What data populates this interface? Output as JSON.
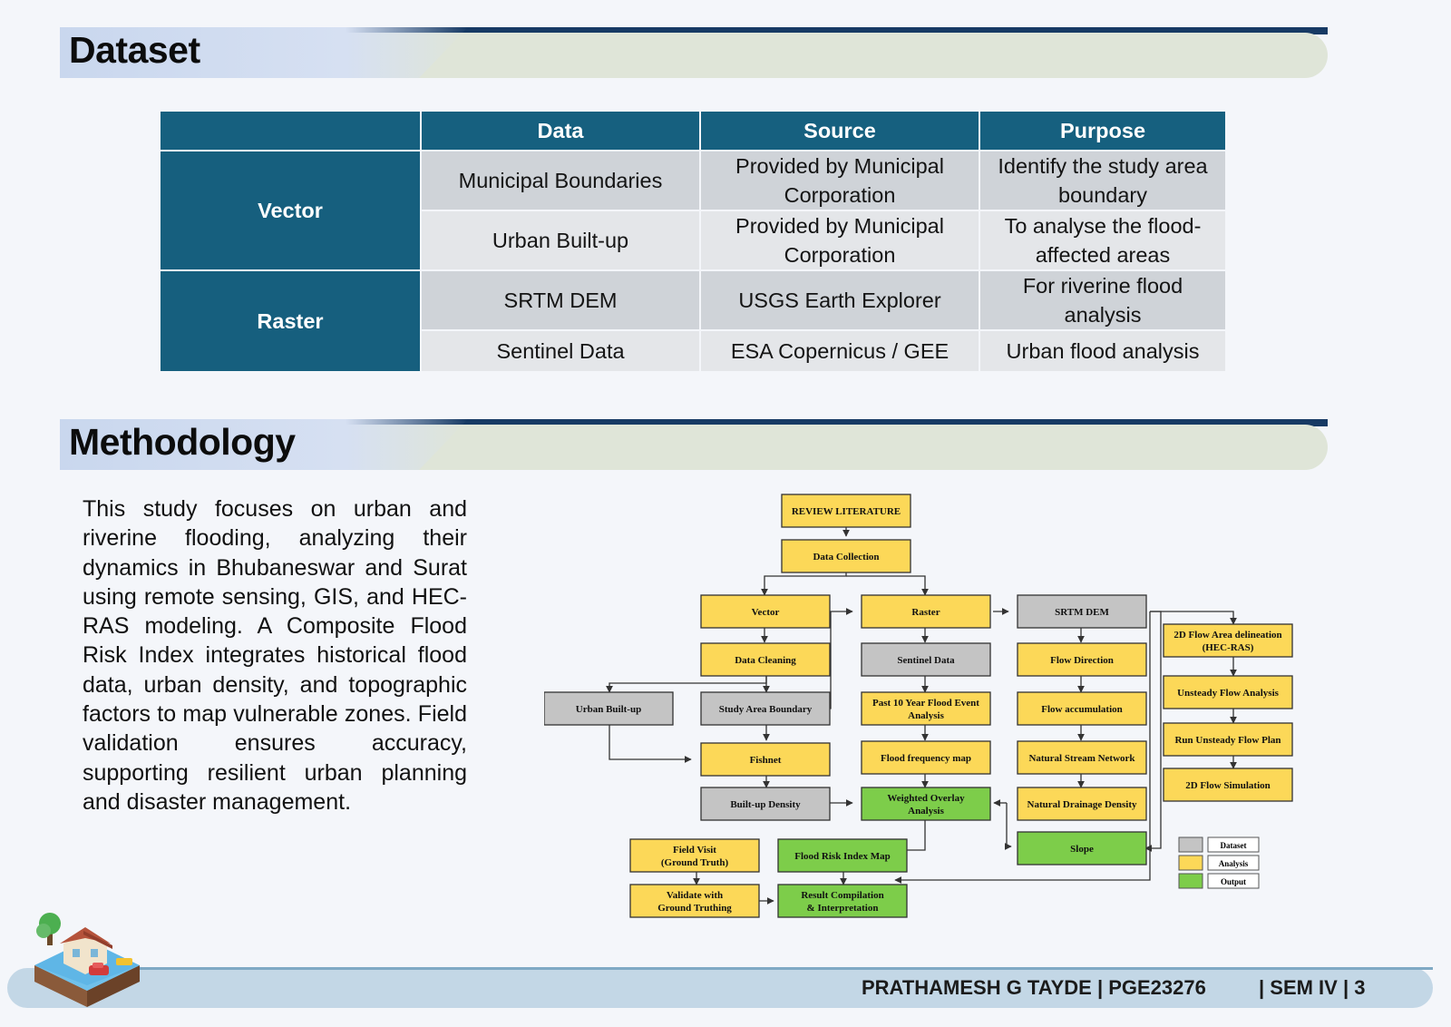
{
  "dataset": {
    "title": "Dataset",
    "table": {
      "headers": [
        "",
        "Data",
        "Source",
        "Purpose"
      ],
      "groups": [
        {
          "category": "Vector",
          "rows": [
            {
              "data": "Municipal Boundaries",
              "source": "Provided by Municipal Corporation",
              "purpose": "Identify the study area boundary"
            },
            {
              "data": "Urban Built-up",
              "source": "Provided by Municipal Corporation",
              "purpose": "To analyse the flood-affected areas"
            }
          ]
        },
        {
          "category": "Raster",
          "rows": [
            {
              "data": "SRTM DEM",
              "source": "USGS Earth Explorer",
              "purpose": "For riverine flood analysis"
            },
            {
              "data": "Sentinel Data",
              "source": "ESA Copernicus / GEE",
              "purpose": "Urban flood analysis"
            }
          ]
        }
      ]
    }
  },
  "methodology": {
    "title": "Methodology",
    "paragraph": "This study focuses on urban and riverine flooding, analyzing their dynamics in Bhubaneswar and Surat using remote sensing, GIS, and HEC-RAS modeling. A Composite Flood Risk Index integrates historical flood data, urban density, and topographic factors to map vulnerable zones. Field validation ensures accuracy, supporting resilient urban planning and disaster management."
  },
  "flowchart": {
    "colors": {
      "dataset": "#c4c4c4",
      "analysis": "#fcd858",
      "output": "#7dcd4a",
      "stroke": "#333333"
    },
    "nodes": {
      "review": "REVIEW LITERATURE",
      "collection": "Data Collection",
      "vector": "Vector",
      "raster": "Raster",
      "srtm": "SRTM DEM",
      "cleaning": "Data Cleaning",
      "sentinel": "Sentinel Data",
      "flowdir": "Flow Direction",
      "builtup": "Urban Built-up",
      "studyarea": "Study Area Boundary",
      "past10_1": "Past 10 Year Flood Event",
      "past10_2": "Analysis",
      "flowacc": "Flow accumulation",
      "fishnet": "Fishnet",
      "freqmap": "Flood frequency map",
      "stream": "Natural Stream Network",
      "density": "Built-up Density",
      "overlay_1": "Weighted Overlay",
      "overlay_2": "Analysis",
      "drainage": "Natural Drainage Density",
      "field_1": "Field Visit",
      "field_2": "(Ground Truth)",
      "riskmap": "Flood Risk Index Map",
      "slope": "Slope",
      "validate_1": "Validate with",
      "validate_2": "Ground Truthing",
      "result_1": "Result Compilation",
      "result_2": "& Interpretation",
      "area2d_1": "2D Flow Area delineation",
      "area2d_2": "(HEC-RAS)",
      "unsteady": "Unsteady Flow Analysis",
      "runplan": "Run Unsteady Flow Plan",
      "sim2d": "2D Flow Simulation"
    },
    "legend": {
      "dataset": "Dataset",
      "analysis": "Analysis",
      "output": "Output"
    }
  },
  "footer": {
    "author": "PRATHAMESH G TAYDE | PGE23276",
    "sem": "| SEM IV | 3"
  }
}
